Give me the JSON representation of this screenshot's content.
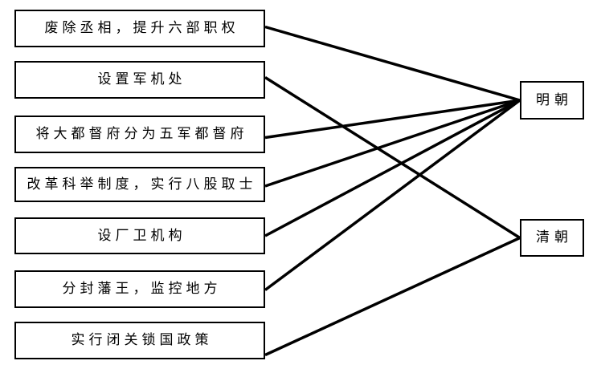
{
  "diagram": {
    "background_color": "#ffffff",
    "line_color": "#000000",
    "box_border_color": "#000000",
    "text_color": "#000000",
    "left_items": [
      "废除丞相，提升六部职权",
      "设置军机处",
      "将大都督府分为五军都督府",
      "改革科举制度，实行八股取士",
      "设厂卫机构",
      "分封藩王，监控地方",
      "实行闭关锁国政策"
    ],
    "right_items": [
      "明朝",
      "清朝"
    ],
    "connections": [
      {
        "from_index": 0,
        "to_index": 0
      },
      {
        "from_index": 1,
        "to_index": 1
      },
      {
        "from_index": 2,
        "to_index": 0
      },
      {
        "from_index": 3,
        "to_index": 0
      },
      {
        "from_index": 4,
        "to_index": 0
      },
      {
        "from_index": 5,
        "to_index": 0
      },
      {
        "from_index": 6,
        "to_index": 1
      }
    ]
  }
}
